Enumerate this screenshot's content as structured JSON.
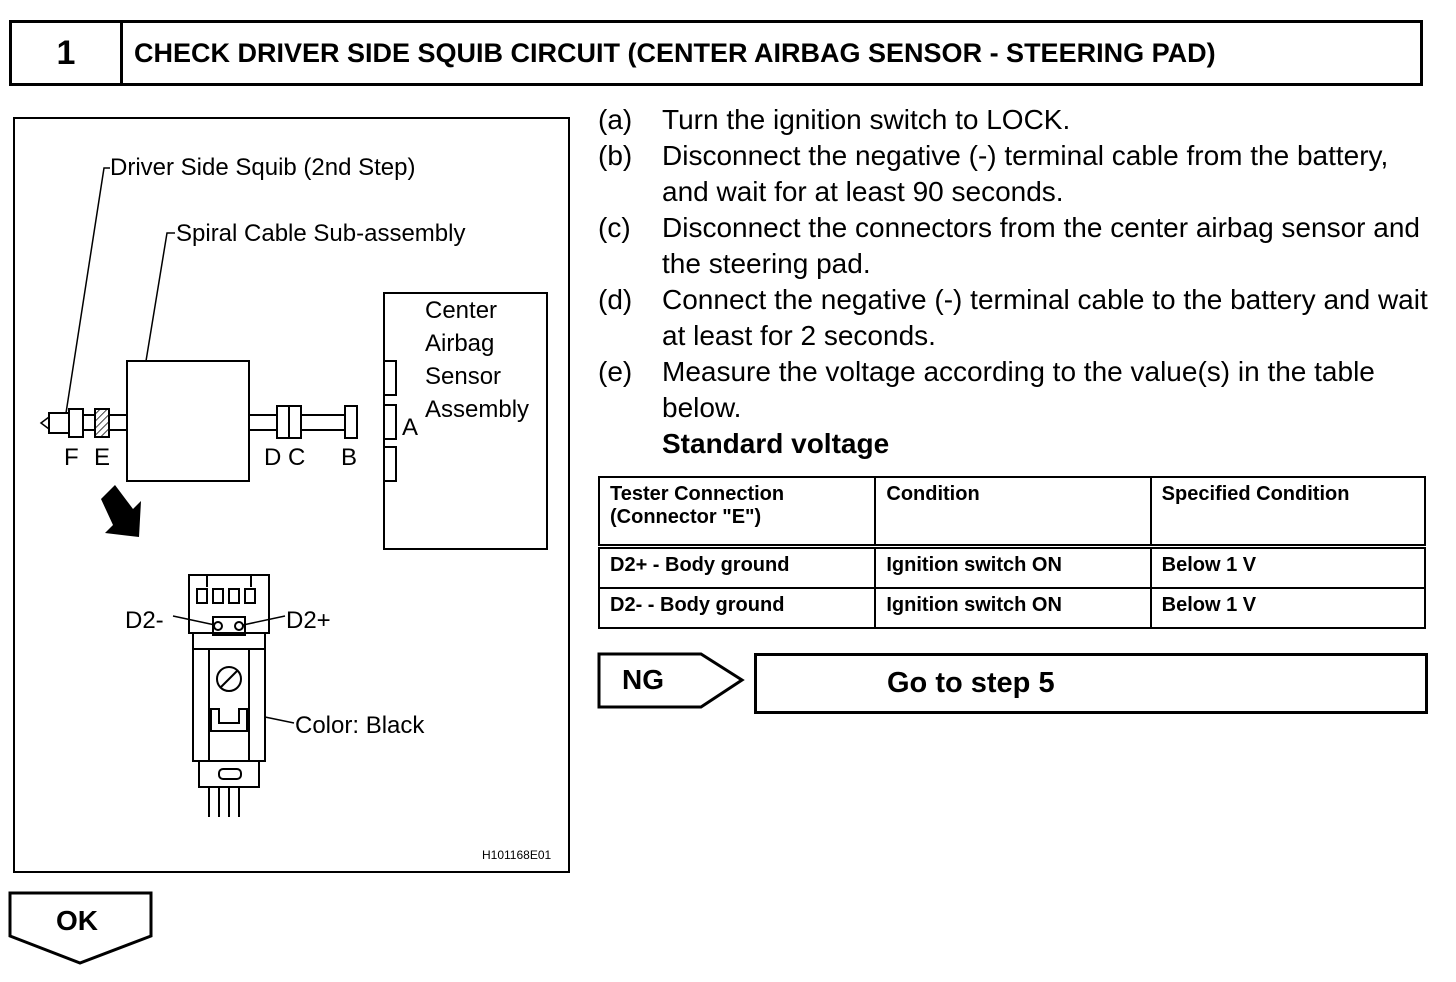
{
  "header": {
    "step_number": "1",
    "title": "CHECK DRIVER SIDE SQUIB CIRCUIT (CENTER AIRBAG SENSOR - STEERING PAD)"
  },
  "figure": {
    "label_squib": "Driver Side Squib (2nd Step)",
    "label_spiral": "Spiral Cable Sub-assembly",
    "sensor_line1": "Center",
    "sensor_line2": "Airbag",
    "sensor_line3": "Sensor",
    "sensor_line4": "Assembly",
    "conn_a": "A",
    "conn_f": "F",
    "conn_e": "E",
    "conn_d": "D",
    "conn_c": "C",
    "conn_b": "B",
    "pin_minus": "D2-",
    "pin_plus": "D2+",
    "color_label": "Color: Black",
    "figure_id": "H101168E01"
  },
  "instructions": [
    {
      "label": "(a)",
      "text": "Turn the ignition switch to LOCK."
    },
    {
      "label": "(b)",
      "text": "Disconnect the negative (-) terminal cable from the battery, and wait for at least 90 seconds."
    },
    {
      "label": "(c)",
      "text": "Disconnect the connectors from the center airbag sensor and the steering pad."
    },
    {
      "label": "(d)",
      "text": "Connect the negative (-) terminal cable to the battery and wait at least for 2 seconds."
    },
    {
      "label": "(e)",
      "text": "Measure the voltage according to the value(s) in the table below."
    }
  ],
  "standard_label": "Standard voltage",
  "table": {
    "headers": [
      "Tester Connection (Connector \"E\")",
      "Condition",
      "Specified Condition"
    ],
    "rows": [
      [
        "D2+ - Body ground",
        "Ignition switch ON",
        "Below 1 V"
      ],
      [
        "D2- - Body ground",
        "Ignition switch ON",
        "Below 1 V"
      ]
    ]
  },
  "ng": {
    "label": "NG",
    "action": "Go to step 5"
  },
  "ok": {
    "label": "OK"
  }
}
